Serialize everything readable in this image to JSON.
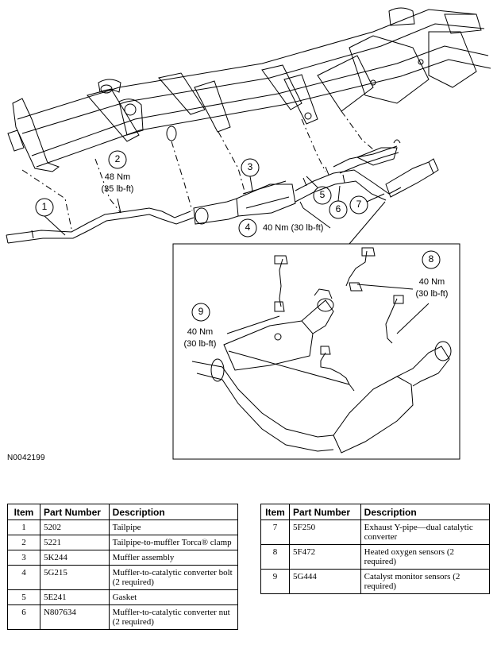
{
  "figure_id": "N0042199",
  "callouts": {
    "c1": "1",
    "c2": "2",
    "c2_torque_nm": "48 Nm",
    "c2_torque_lbft": "(35 lb-ft)",
    "c3": "3",
    "c4": "4",
    "c4_torque": "40 Nm (30 lb-ft)",
    "c5": "5",
    "c6": "6",
    "c7": "7",
    "c8": "8",
    "c8_torque_nm": "40 Nm",
    "c8_torque_lbft": "(30 lb-ft)",
    "c9": "9",
    "c9_torque_nm": "40 Nm",
    "c9_torque_lbft": "(30 lb-ft)"
  },
  "table_headers": {
    "item": "Item",
    "part_number": "Part Number",
    "description": "Description"
  },
  "parts_left": [
    {
      "item": "1",
      "part_number": "5202",
      "description": "Tailpipe"
    },
    {
      "item": "2",
      "part_number": "5221",
      "description": "Tailpipe-to-muffler Torca® clamp"
    },
    {
      "item": "3",
      "part_number": "5K244",
      "description": "Muffler assembly"
    },
    {
      "item": "4",
      "part_number": "5G215",
      "description": "Muffler-to-catalytic converter bolt (2 required)"
    },
    {
      "item": "5",
      "part_number": "5E241",
      "description": "Gasket"
    },
    {
      "item": "6",
      "part_number": "N807634",
      "description": "Muffler-to-catalytic converter nut (2 required)"
    }
  ],
  "parts_right": [
    {
      "item": "7",
      "part_number": "5F250",
      "description": "Exhaust Y-pipe—dual catalytic converter"
    },
    {
      "item": "8",
      "part_number": "5F472",
      "description": "Heated oxygen sensors (2 required)"
    },
    {
      "item": "9",
      "part_number": "5G444",
      "description": "Catalyst monitor sensors (2 required)"
    }
  ]
}
